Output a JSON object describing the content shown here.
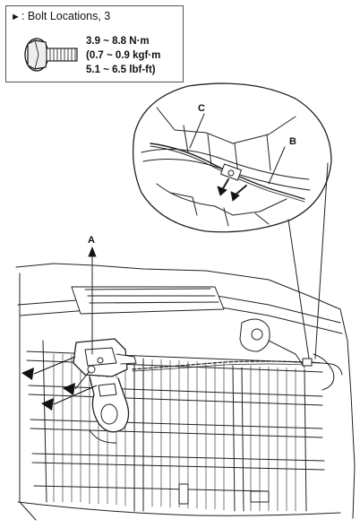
{
  "legend": {
    "marker": "►",
    "heading": ": Bolt Locations, 3",
    "torque_nm": "3.9 ~ 8.8 N·m",
    "torque_kgf": "(0.7 ~ 0.9 kgf·m",
    "torque_lbf": "5.1 ~ 6.5 lbf-ft)"
  },
  "callouts": {
    "a": "A",
    "b": "B",
    "c": "C"
  },
  "icons": {
    "bolt": "bolt-icon",
    "bolt_marker": "triangle-arrow-icon"
  }
}
